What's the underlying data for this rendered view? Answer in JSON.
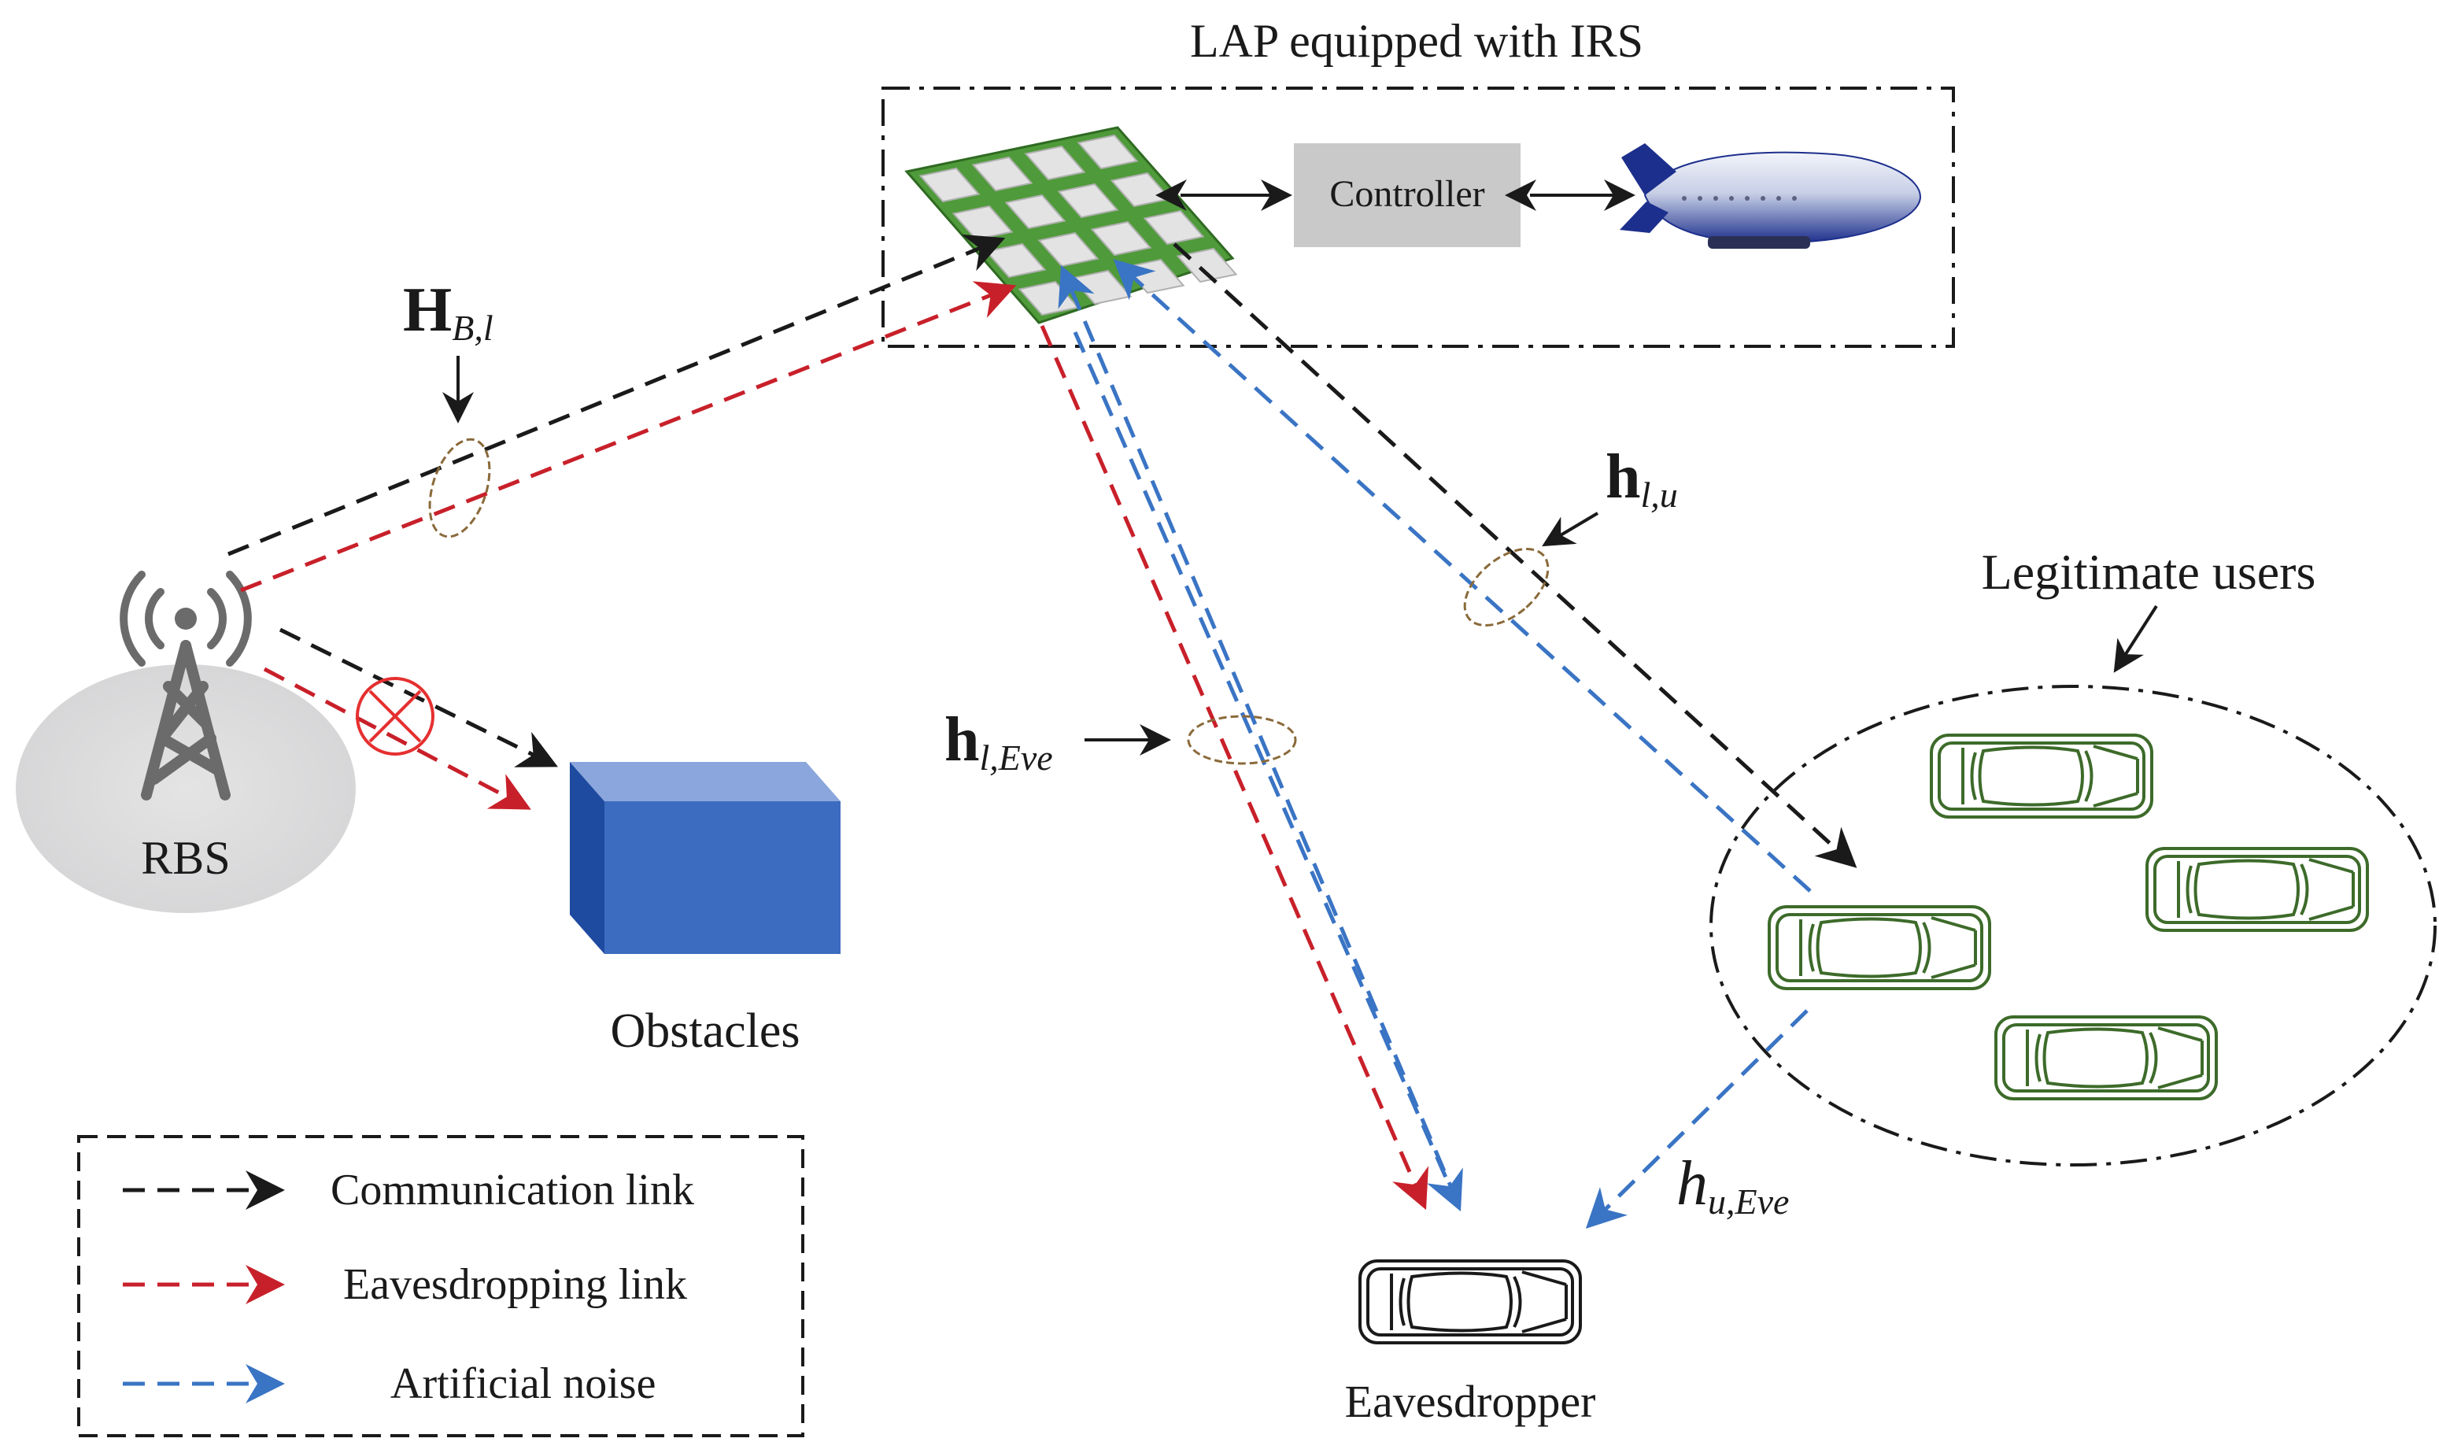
{
  "title": "LAP equipped with IRS",
  "controller_label": "Controller",
  "rbs_label": "RBS",
  "obstacles_label": "Obstacles",
  "legitimate_users_label": "Legitimate users",
  "eavesdropper_label": "Eavesdropper",
  "channels": {
    "h_bl": {
      "main": "H",
      "sub": "B,l"
    },
    "h_lu": {
      "main": "h",
      "sub": "l,u"
    },
    "h_leve": {
      "main": "h",
      "sub": "l,Eve"
    },
    "h_ueve": {
      "main": "h",
      "sub": "u,Eve"
    }
  },
  "legend": {
    "communication": "Communication link",
    "eavesdropping": "Eavesdropping link",
    "artificial_noise": "Artificial noise"
  },
  "colors": {
    "communication": "#1a1a1a",
    "eavesdropping": "#c8202a",
    "artificial_noise": "#3a74c4",
    "irs_green": "#4f9a3a",
    "car_green": "#3d6b2a",
    "obstacle_blue": "#3c6cc0",
    "controller_gray": "#c9c9c9"
  }
}
